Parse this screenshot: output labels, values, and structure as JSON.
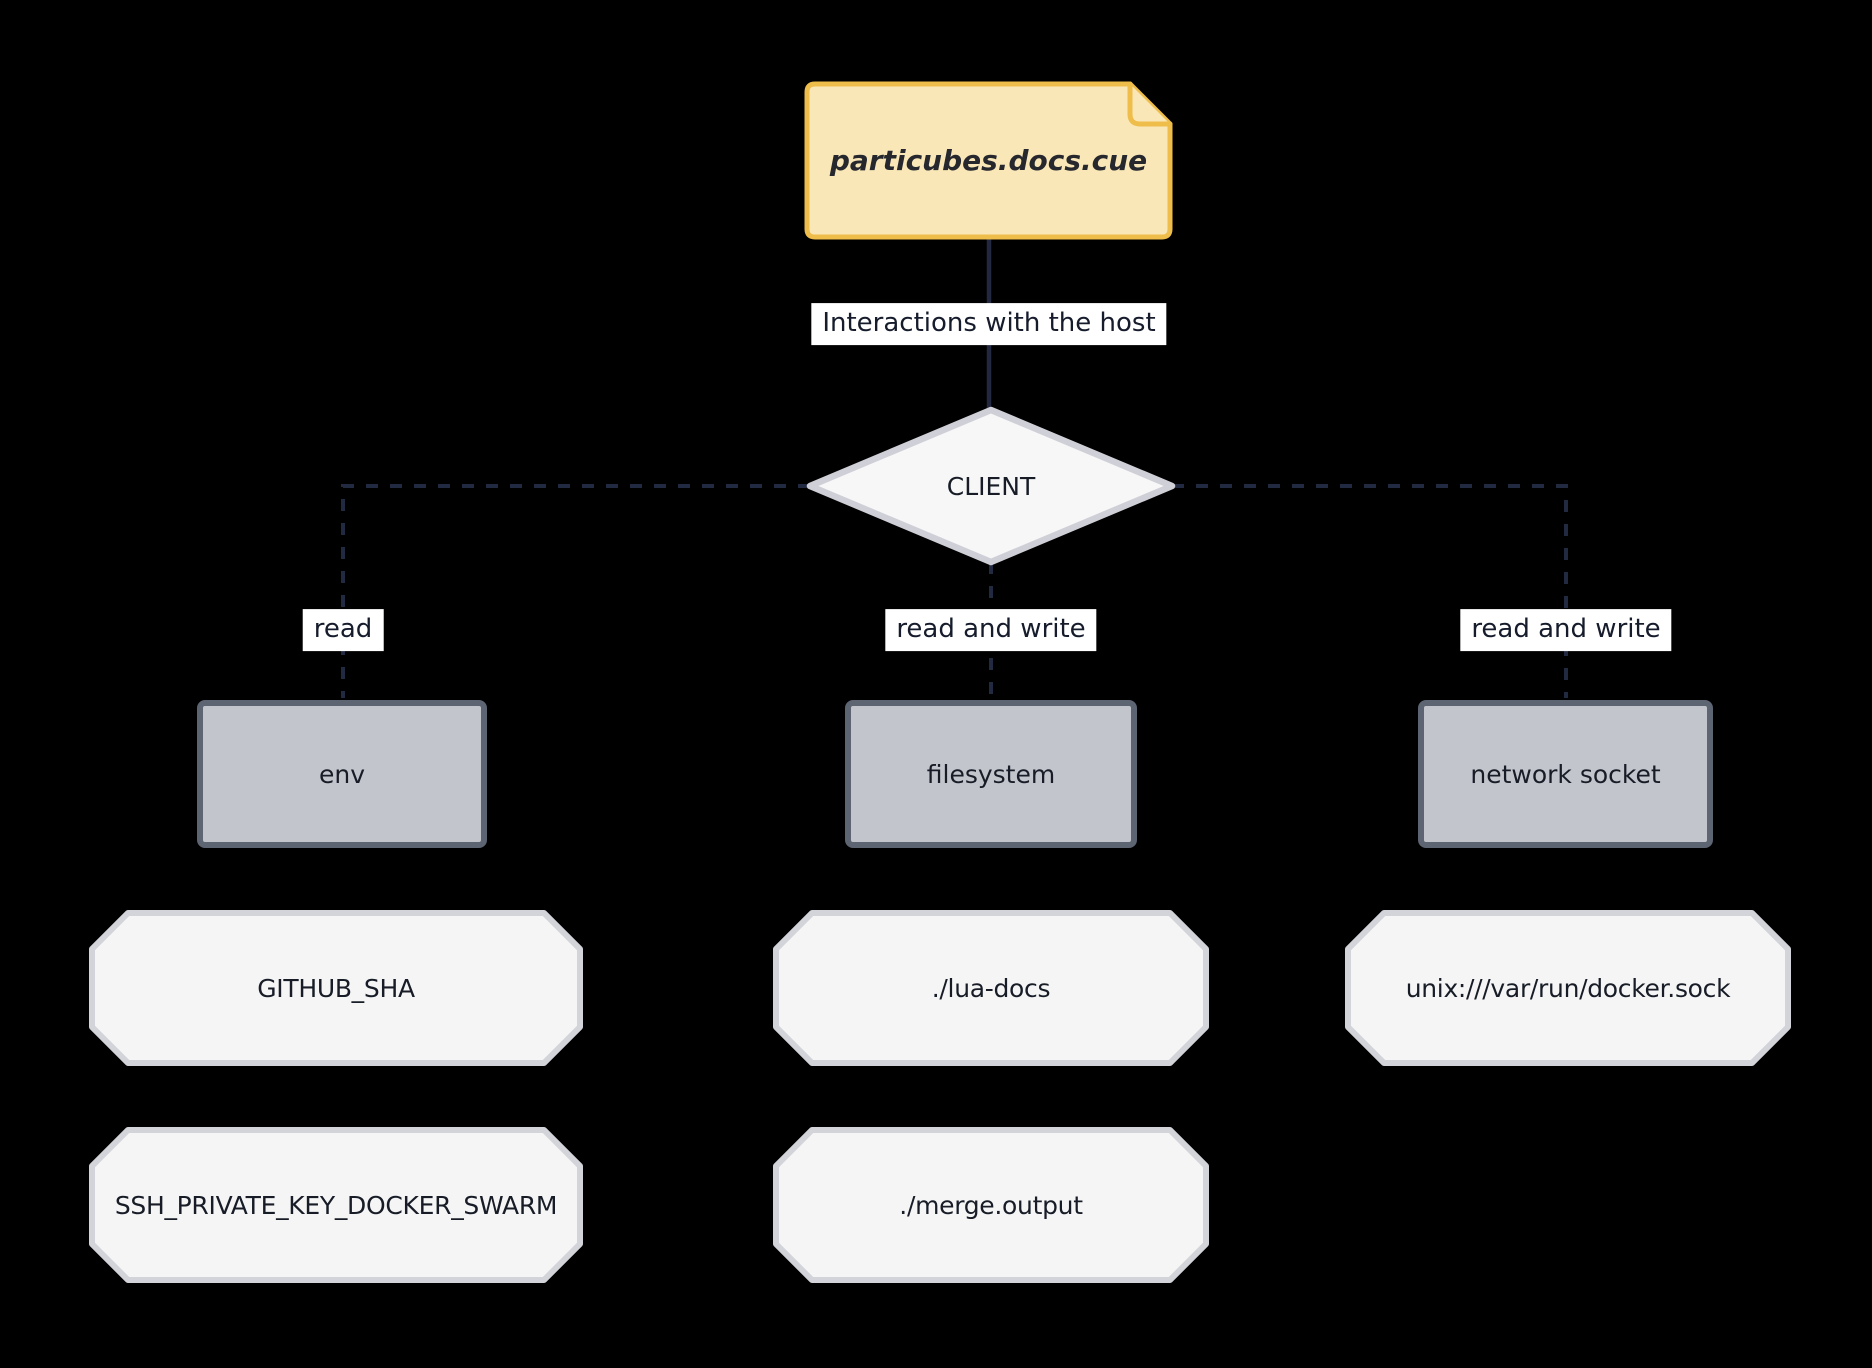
{
  "note": {
    "label": "particubes.docs.cue"
  },
  "client": {
    "label": "CLIENT"
  },
  "edges": {
    "host_label": "Interactions with the host"
  },
  "branches": [
    {
      "edge_label": "read",
      "resource_label": "env",
      "items": [
        "GITHUB_SHA",
        "SSH_PRIVATE_KEY_DOCKER_SWARM"
      ]
    },
    {
      "edge_label": "read and write",
      "resource_label": "filesystem",
      "items": [
        "./lua-docs",
        "./merge.output"
      ]
    },
    {
      "edge_label": "read and write",
      "resource_label": "network socket",
      "items": [
        "unix:///var/run/docker.sock"
      ]
    }
  ],
  "colors": {
    "background": "#000000",
    "note_fill": "#f9e7b8",
    "note_border": "#eebd4a",
    "diamond_fill": "#f7f7f8",
    "diamond_border": "#cfcfd7",
    "gray_box_fill": "#c3c5cc",
    "gray_box_border": "#5d6472",
    "octagon_fill": "#f5f5f6",
    "octagon_border": "#d3d4da",
    "edge_color": "#212840",
    "edge_label_bg": "#ffffff",
    "text_dark": "#171c26"
  }
}
